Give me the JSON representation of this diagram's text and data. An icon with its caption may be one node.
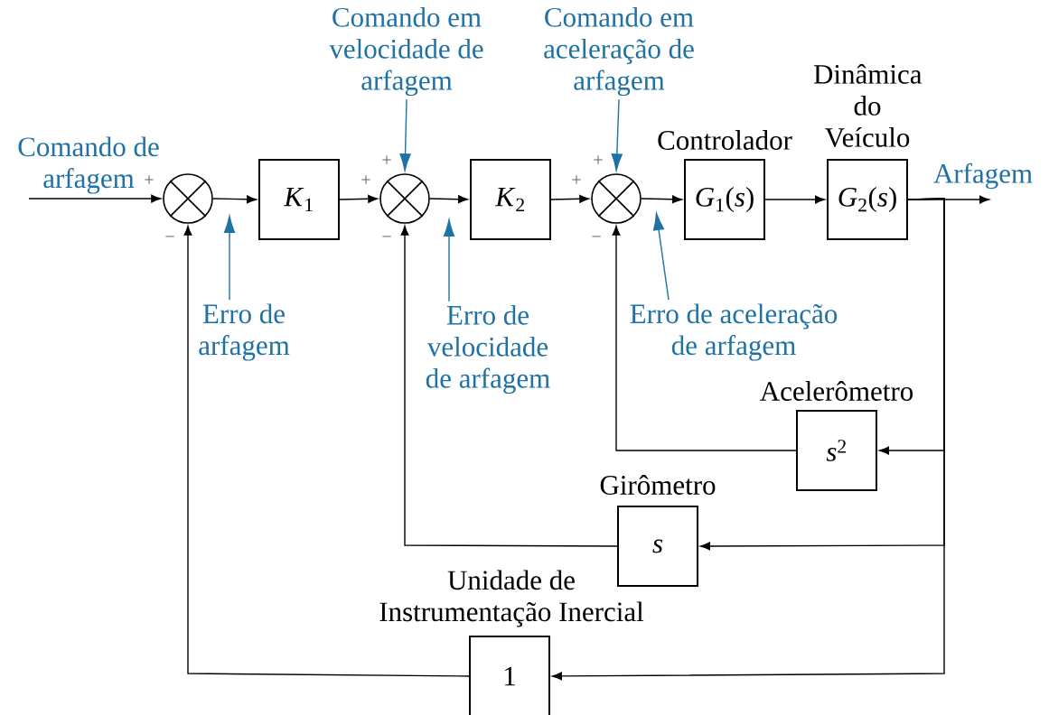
{
  "diagram": {
    "nodes": [
      {
        "text": [],
        "shape": "circle"
      },
      {
        "text": [
          "*K*$_{1}$"
        ]
      },
      {
        "text": [],
        "shape": "circle"
      },
      {
        "text": [
          "*K*$_{2}$"
        ]
      },
      {
        "text": [],
        "shape": "circle"
      },
      {
        "text": [
          "*G*$_{1}$(*s*)"
        ],
        "beside": [
          "Controlador"
        ]
      },
      {
        "text": [
          "*G*$_{2}$(*s*)"
        ],
        "beside": [
          "Dinâmica do Veículo"
        ]
      },
      {
        "text": [
          "*s*$^{2}$"
        ],
        "beside": [
          "Acelerômetro"
        ]
      },
      {
        "text": [
          "*s*"
        ],
        "beside": [
          "Girômetro"
        ]
      },
      {
        "text": [
          "1"
        ]
      },
      {
        "text": [
          "Comando em velocidade de arfagem"
        ]
      },
      {
        "text": [
          "Comando em aceleração de arfagem"
        ]
      },
      {
        "text": [
          "Erro de arfagem"
        ]
      },
      {
        "text": [
          "Erro de velocidade de arfagem"
        ]
      },
      {
        "text": [
          "Erro de aceleração de arfagem"
        ]
      },
      {
        "text": [
          "Arfagem"
        ]
      },
      {
        "text": [
          "Comando de arfagem"
        ]
      }
    ],
    "edges": [
      {
        "from": 16,
        "to": 0,
        "arrow": "to"
      },
      {
        "from": 0,
        "to": 1,
        "arrow": "to"
      },
      {
        "from": 1,
        "to": 2,
        "arrow": "to"
      },
      {
        "from": 2,
        "to": 3,
        "arrow": "to"
      },
      {
        "from": 3,
        "to": 4,
        "arrow": "to"
      },
      {
        "from": 4,
        "to": 5,
        "arrow": "to"
      },
      {
        "from": 5,
        "to": 6,
        "arrow": "to"
      },
      {
        "from": 6,
        "to": 15,
        "arrow": "to"
      },
      {
        "from": 6,
        "to": 7,
        "arrow": "to"
      },
      {
        "from": 6,
        "to": 8,
        "arrow": "to"
      },
      {
        "from": 6,
        "to": 9,
        "arrow": "to"
      },
      {
        "from": 7,
        "to": 4,
        "arrow": "to"
      },
      {
        "from": 8,
        "to": 2,
        "arrow": "to"
      },
      {
        "from": 9,
        "to": 0,
        "arrow": "to"
      },
      {
        "from": 10,
        "to": 2,
        "arrow": "to",
        "color": "#1f72a3"
      },
      {
        "from": 11,
        "to": 4,
        "arrow": "to",
        "color": "#1f72a3"
      },
      {
        "from": 12,
        "to": null,
        "arrow": "to",
        "color": "#1f72a3"
      },
      {
        "from": 13,
        "to": null,
        "arrow": "to",
        "color": "#1f72a3"
      },
      {
        "from": 14,
        "to": null,
        "arrow": "to",
        "color": "#1f72a3"
      }
    ],
    "labels": [
      "+",
      "−",
      "+",
      "+",
      "−",
      "+",
      "+",
      "−",
      "Unidade de Instrumentação Inercial"
    ]
  }
}
